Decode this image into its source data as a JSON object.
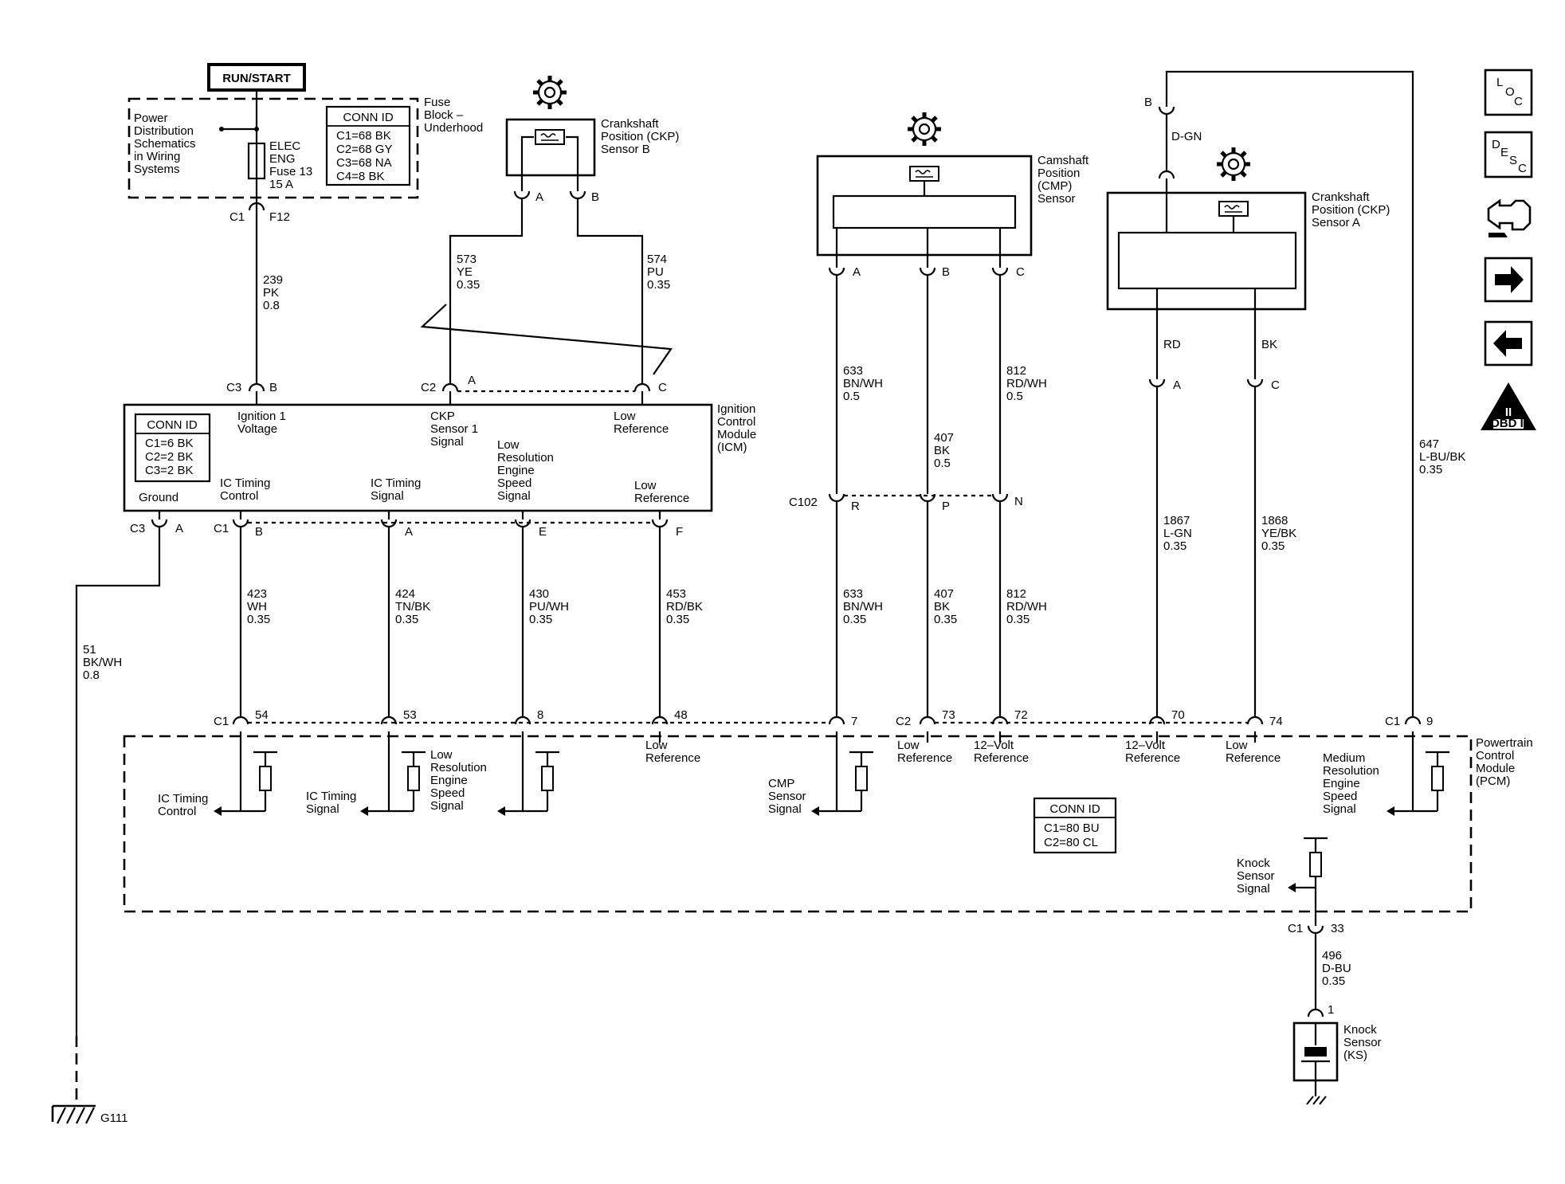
{
  "power": {
    "title": "RUN/START"
  },
  "fuse_block": {
    "label": [
      "Fuse",
      "Block –",
      "Underhood"
    ],
    "power_dist": [
      "Power",
      "Distribution",
      "Schematics",
      "in Wiring",
      "Systems"
    ],
    "fuse": [
      "ELEC",
      "ENG",
      "Fuse 13",
      "15 A"
    ],
    "conn_title": "CONN ID",
    "conn": [
      "C1=68 BK",
      "C2=68 GY",
      "C3=68 NA",
      "C4=8 BK"
    ],
    "conn_c1": "C1",
    "pin_f12": "F12"
  },
  "wire239": [
    "239",
    "PK",
    "0.8"
  ],
  "ckp_b": {
    "label": [
      "Crankshaft",
      "Position (CKP)",
      "Sensor B"
    ],
    "pin_a": "A",
    "pin_b": "B",
    "w573": [
      "573",
      "YE",
      "0.35"
    ],
    "w574": [
      "574",
      "PU",
      "0.35"
    ]
  },
  "icm": {
    "label": [
      "Ignition",
      "Control",
      "Module",
      "(ICM)"
    ],
    "conn_title": "CONN ID",
    "conn": [
      "C1=6 BK",
      "C2=2 BK",
      "C3=2 BK"
    ],
    "c3": "C3",
    "c3_b": "B",
    "c2": "C2",
    "c2_a": "A",
    "c2_c": "C",
    "ign1": [
      "Ignition 1",
      "Voltage"
    ],
    "ckp_sig": [
      "CKP",
      "Sensor 1",
      "Signal"
    ],
    "low_ref_top": [
      "Low",
      "Reference"
    ],
    "low_res": [
      "Low",
      "Resolution",
      "Engine",
      "Speed",
      "Signal"
    ],
    "ground": "Ground",
    "ic_timing_ctrl": [
      "IC Timing",
      "Control"
    ],
    "ic_timing_sig": [
      "IC Timing",
      "Signal"
    ],
    "low_ref_bot": [
      "Low",
      "Reference"
    ],
    "bc3": "C3",
    "bc3_a": "A",
    "bc1": "C1",
    "pin_b": "B",
    "pin_a": "A",
    "pin_e": "E",
    "pin_f": "F"
  },
  "wires_icm": {
    "w51": [
      "51",
      "BK/WH",
      "0.8"
    ],
    "w423": [
      "423",
      "WH",
      "0.35"
    ],
    "w424": [
      "424",
      "TN/BK",
      "0.35"
    ],
    "w430": [
      "430",
      "PU/WH",
      "0.35"
    ],
    "w453": [
      "453",
      "RD/BK",
      "0.35"
    ]
  },
  "cmp": {
    "label": [
      "Camshaft",
      "Position",
      "(CMP)",
      "Sensor"
    ],
    "pin_a": "A",
    "pin_b": "B",
    "pin_c": "C",
    "w633a": [
      "633",
      "BN/WH",
      "0.5"
    ],
    "w407a": [
      "407",
      "BK",
      "0.5"
    ],
    "w812a": [
      "812",
      "RD/WH",
      "0.5"
    ],
    "c102": "C102",
    "pin_r": "R",
    "pin_p": "P",
    "pin_n": "N",
    "w633b": [
      "633",
      "BN/WH",
      "0.35"
    ],
    "w407b": [
      "407",
      "BK",
      "0.35"
    ],
    "w812b": [
      "812",
      "RD/WH",
      "0.35"
    ]
  },
  "ckp_a": {
    "label": [
      "Crankshaft",
      "Position (CKP)",
      "Sensor A"
    ],
    "pin_b": "B",
    "dgn": "D-GN",
    "rd": "RD",
    "bk": "BK",
    "pin_a": "A",
    "pin_c": "C",
    "w1867": [
      "1867",
      "L-GN",
      "0.35"
    ],
    "w1868": [
      "1868",
      "YE/BK",
      "0.35"
    ],
    "w647": [
      "647",
      "L-BU/BK",
      "0.35"
    ]
  },
  "pcm": {
    "label": [
      "Powertrain",
      "Control",
      "Module",
      "(PCM)"
    ],
    "c1": "C1",
    "p54": "54",
    "p53": "53",
    "p8": "8",
    "p48": "48",
    "p7": "7",
    "c2": "C2",
    "p73": "73",
    "p72": "72",
    "p70": "70",
    "p74": "74",
    "c1b": "C1",
    "p9": "9",
    "ic_timing_ctrl": [
      "IC Timing",
      "Control"
    ],
    "ic_timing_sig": [
      "IC Timing",
      "Signal"
    ],
    "low_res": [
      "Low",
      "Resolution",
      "Engine",
      "Speed",
      "Signal"
    ],
    "low_ref1": [
      "Low",
      "Reference"
    ],
    "cmp_sig": [
      "CMP",
      "Sensor",
      "Signal"
    ],
    "low_ref2": [
      "Low",
      "Reference"
    ],
    "v12_ref1": [
      "12–Volt",
      "Reference"
    ],
    "v12_ref2": [
      "12–Volt",
      "Reference"
    ],
    "low_ref3": [
      "Low",
      "Reference"
    ],
    "med_res": [
      "Medium",
      "Resolution",
      "Engine",
      "Speed",
      "Signal"
    ],
    "knock_sig": [
      "Knock",
      "Sensor",
      "Signal"
    ],
    "conn_title": "CONN ID",
    "conn": [
      "C1=80 BU",
      "C2=80 CL"
    ]
  },
  "knock": {
    "c1": "C1",
    "p33": "33",
    "w496": [
      "496",
      "D-BU",
      "0.35"
    ],
    "p1": "1",
    "label": [
      "Knock",
      "Sensor",
      "(KS)"
    ]
  },
  "ground": {
    "label": "G111"
  },
  "nav": {
    "loc": [
      "L",
      "O",
      "C"
    ],
    "desc": [
      "D",
      "E",
      "S",
      "C"
    ],
    "obd": "OBD II",
    "obd_mark": "II"
  }
}
